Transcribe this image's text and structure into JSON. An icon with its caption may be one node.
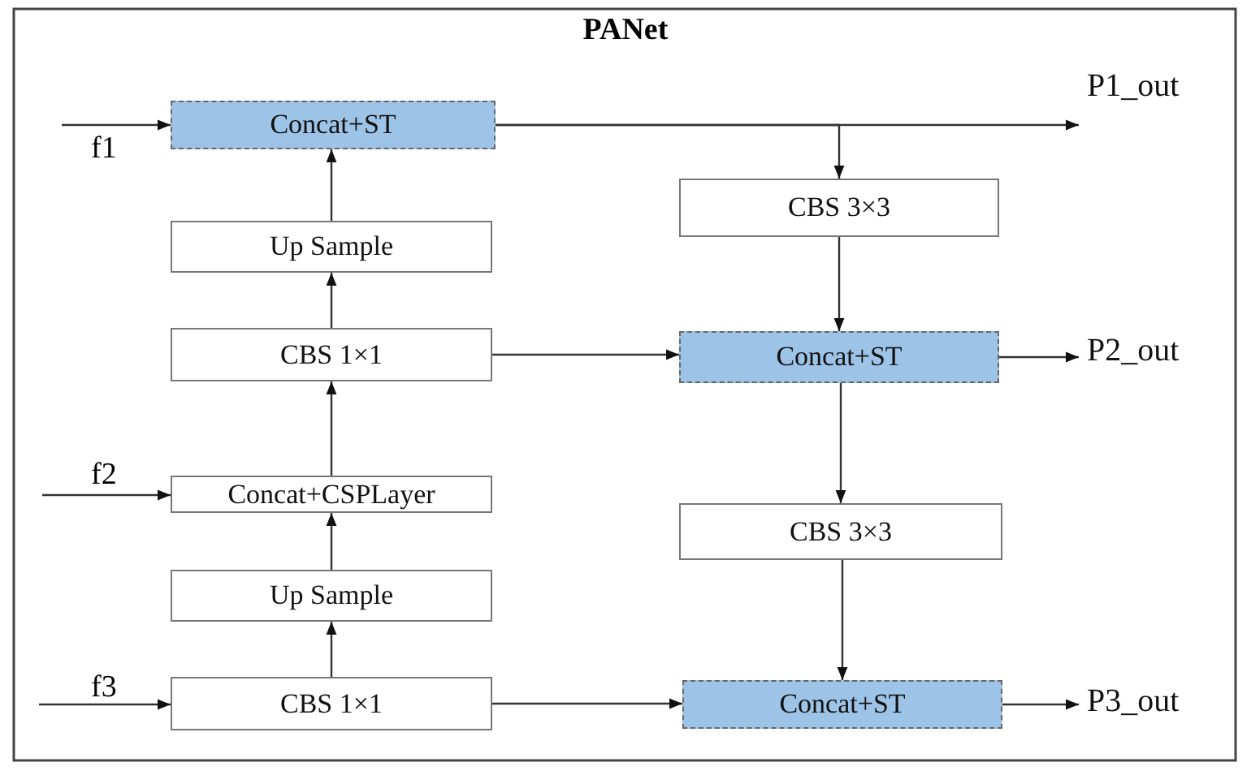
{
  "diagram": {
    "title": "PANet",
    "nodes": [
      {
        "text": [
          "Concat+ST"
        ]
      },
      {
        "text": [
          "Up Sample"
        ]
      },
      {
        "text": [
          "CBS 1×1"
        ]
      },
      {
        "text": [
          "Concat+CSPLayer"
        ]
      },
      {
        "text": [
          "Up Sample"
        ]
      },
      {
        "text": [
          "CBS 1×1"
        ]
      },
      {
        "text": [
          "CBS 3×3"
        ]
      },
      {
        "text": [
          "Concat+ST"
        ]
      },
      {
        "text": [
          "CBS 3×3"
        ]
      },
      {
        "text": [
          "Concat+ST"
        ]
      },
      {
        "text": [
          "P1_out"
        ]
      },
      {
        "text": [
          "P2_out"
        ]
      },
      {
        "text": [
          "P3_out"
        ]
      }
    ],
    "edges": [
      {
        "from": null,
        "to": 0,
        "arrow": "to",
        "label": "f1"
      },
      {
        "from": 1,
        "to": 0,
        "arrow": "to"
      },
      {
        "from": 2,
        "to": 1,
        "arrow": "to"
      },
      {
        "from": 3,
        "to": 2,
        "arrow": "to"
      },
      {
        "from": 4,
        "to": 3,
        "arrow": "to"
      },
      {
        "from": 5,
        "to": 4,
        "arrow": "to"
      },
      {
        "from": null,
        "to": 3,
        "arrow": "to",
        "label": "f2"
      },
      {
        "from": null,
        "to": 5,
        "arrow": "to",
        "label": "f3"
      },
      {
        "from": 0,
        "to": 10,
        "arrow": "to"
      },
      {
        "from": 0,
        "to": 6,
        "arrow": "to"
      },
      {
        "from": 6,
        "to": 7,
        "arrow": "to"
      },
      {
        "from": 2,
        "to": 7,
        "arrow": "to"
      },
      {
        "from": 7,
        "to": 11,
        "arrow": "to"
      },
      {
        "from": 7,
        "to": 8,
        "arrow": "to"
      },
      {
        "from": 8,
        "to": 9,
        "arrow": "to"
      },
      {
        "from": 5,
        "to": 9,
        "arrow": "to"
      },
      {
        "from": 9,
        "to": 12,
        "arrow": "to"
      }
    ]
  }
}
